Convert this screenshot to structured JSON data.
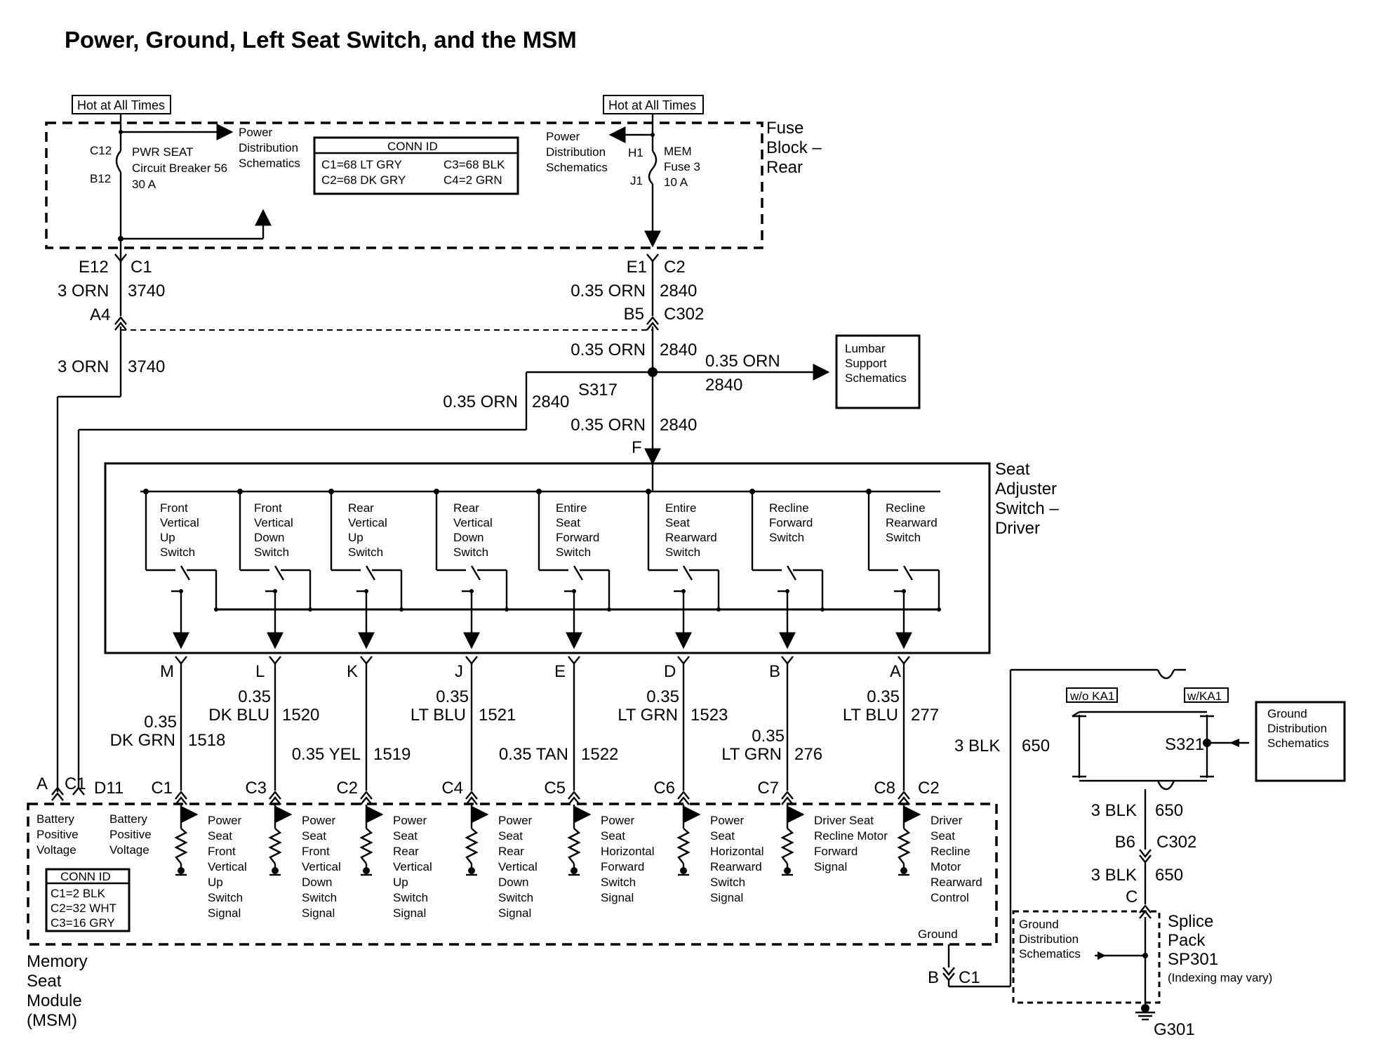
{
  "title": "Power, Ground, Left Seat Switch, and the MSM",
  "hot_labels": [
    "Hot at All Times",
    "Hot at All Times"
  ],
  "fuse_block": {
    "name_lines": [
      "Fuse",
      "Block –",
      "Rear"
    ],
    "breaker": {
      "pin_top": "C12",
      "pin_bottom": "B12",
      "lines": [
        "PWR SEAT",
        "Circuit Breaker 56",
        "30 A"
      ]
    },
    "power_dist_left": [
      "Power",
      "Distribution",
      "Schematics"
    ],
    "power_dist_right": [
      "Power",
      "Distribution",
      "Schematics"
    ],
    "fuse": {
      "pin_top": "H1",
      "pin_bottom": "J1",
      "lines": [
        "MEM",
        "Fuse 3",
        "10 A"
      ]
    },
    "conn_id": {
      "title": "CONN ID",
      "cells": [
        "C1=68 LT GRY",
        "C3=68 BLK",
        "C2=68 DK GRY",
        "C4=2 GRN"
      ]
    }
  },
  "left_wire": {
    "top_pin": "E12",
    "top_conn": "C1",
    "gauge": "3 ORN",
    "circuit": "3740",
    "mid_pin": "A4",
    "gauge2": "3 ORN",
    "circuit2": "3740"
  },
  "right_wire": {
    "top_pin": "E1",
    "top_conn": "C2",
    "gauge": "0.35 ORN",
    "circuit": "2840",
    "mid_pin": "B5",
    "mid_conn": "C302",
    "gauge2": "0.35 ORN",
    "circuit2": "2840",
    "splice": "S317",
    "branch_gauge": "0.35 ORN",
    "branch_circuit": "2840",
    "lumbar_gauge": "0.35 ORN",
    "lumbar_circuit": "2840",
    "lower_gauge": "0.35 ORN",
    "lower_circuit": "2840",
    "pin_f": "F"
  },
  "lumbar_box": [
    "Lumbar",
    "Support",
    "Schematics"
  ],
  "seat_switch": {
    "name_lines": [
      "Seat",
      "Adjuster",
      "Switch –",
      "Driver"
    ],
    "switches": [
      [
        "Front",
        "Vertical",
        "Up",
        "Switch"
      ],
      [
        "Front",
        "Vertical",
        "Down",
        "Switch"
      ],
      [
        "Rear",
        "Vertical",
        "Up",
        "Switch"
      ],
      [
        "Rear",
        "Vertical",
        "Down",
        "Switch"
      ],
      [
        "Entire",
        "Seat",
        "Forward",
        "Switch"
      ],
      [
        "Entire",
        "Seat",
        "Rearward",
        "Switch"
      ],
      [
        "Recline",
        "Forward",
        "Switch"
      ],
      [
        "Recline",
        "Rearward",
        "Switch"
      ]
    ]
  },
  "signal_wires": [
    {
      "pin": "M",
      "gauge": "0.35",
      "color": "DK GRN",
      "circuit": "1518",
      "msm_pin": "C1"
    },
    {
      "pin": "L",
      "gauge": "0.35",
      "color": "DK BLU",
      "circuit": "1520",
      "msm_pin": "C3"
    },
    {
      "pin": "K",
      "gauge": "",
      "color": "0.35 YEL",
      "circuit": "1519",
      "msm_pin": "C2"
    },
    {
      "pin": "J",
      "gauge": "0.35",
      "color": "LT BLU",
      "circuit": "1521",
      "msm_pin": "C4"
    },
    {
      "pin": "E",
      "gauge": "",
      "color": "0.35 TAN",
      "circuit": "1522",
      "msm_pin": "C5"
    },
    {
      "pin": "D",
      "gauge": "0.35",
      "color": "LT GRN",
      "circuit": "1523",
      "msm_pin": "C6"
    },
    {
      "pin": "B",
      "gauge": "0.35",
      "color": "LT GRN",
      "circuit": "276",
      "msm_pin": "C7"
    },
    {
      "pin": "A",
      "gauge": "0.35",
      "color": "LT BLU",
      "circuit": "277",
      "msm_pin": "C8"
    }
  ],
  "msm": {
    "name_lines": [
      "Memory",
      "Seat",
      "Module",
      "(MSM)"
    ],
    "pin_a": "A",
    "conn_a": "C1",
    "pin_d11": "D11",
    "conn_c2": "C2",
    "batt1": [
      "Battery",
      "Positive",
      "Voltage"
    ],
    "batt2": [
      "Battery",
      "Positive",
      "Voltage"
    ],
    "signals": [
      [
        "Power",
        "Seat",
        "Front",
        "Vertical",
        "Up",
        "Switch",
        "Signal"
      ],
      [
        "Power",
        "Seat",
        "Front",
        "Vertical",
        "Down",
        "Switch",
        "Signal"
      ],
      [
        "Power",
        "Seat",
        "Rear",
        "Vertical",
        "Up",
        "Switch",
        "Signal"
      ],
      [
        "Power",
        "Seat",
        "Rear",
        "Vertical",
        "Down",
        "Switch",
        "Signal"
      ],
      [
        "Power",
        "Seat",
        "Horizontal",
        "Forward",
        "Switch",
        "Signal"
      ],
      [
        "Power",
        "Seat",
        "Horizontal",
        "Rearward",
        "Switch",
        "Signal"
      ],
      [
        "Driver Seat",
        "Recline Motor",
        "Forward",
        "Signal"
      ],
      [
        "Driver",
        "Seat",
        "Recline",
        "Motor",
        "Rearward",
        "Control"
      ]
    ],
    "conn_id": {
      "title": "CONN ID",
      "rows": [
        "C1=2 BLK",
        "C2=32 WHT",
        "C3=16 GRY"
      ]
    },
    "ground_label": "Ground",
    "ground_pin": "B",
    "ground_conn": "C1"
  },
  "ground": {
    "gauge": "3 BLK",
    "circuit": "650",
    "wo_ka1": "w/o KA1",
    "w_ka1": "w/KA1",
    "splice": "S321",
    "ground_dist_box": [
      "Ground",
      "Distribution",
      "Schematics"
    ],
    "gauge2": "3 BLK",
    "circuit2": "650",
    "pin_b6": "B6",
    "conn_c302": "C302",
    "gauge3": "3 BLK",
    "circuit3": "650",
    "pin_c": "C",
    "splice_pack": [
      "Splice",
      "Pack",
      "SP301"
    ],
    "indexing": "(Indexing may vary)",
    "gd_inner": [
      "Ground",
      "Distribution",
      "Schematics"
    ],
    "g301": "G301"
  }
}
